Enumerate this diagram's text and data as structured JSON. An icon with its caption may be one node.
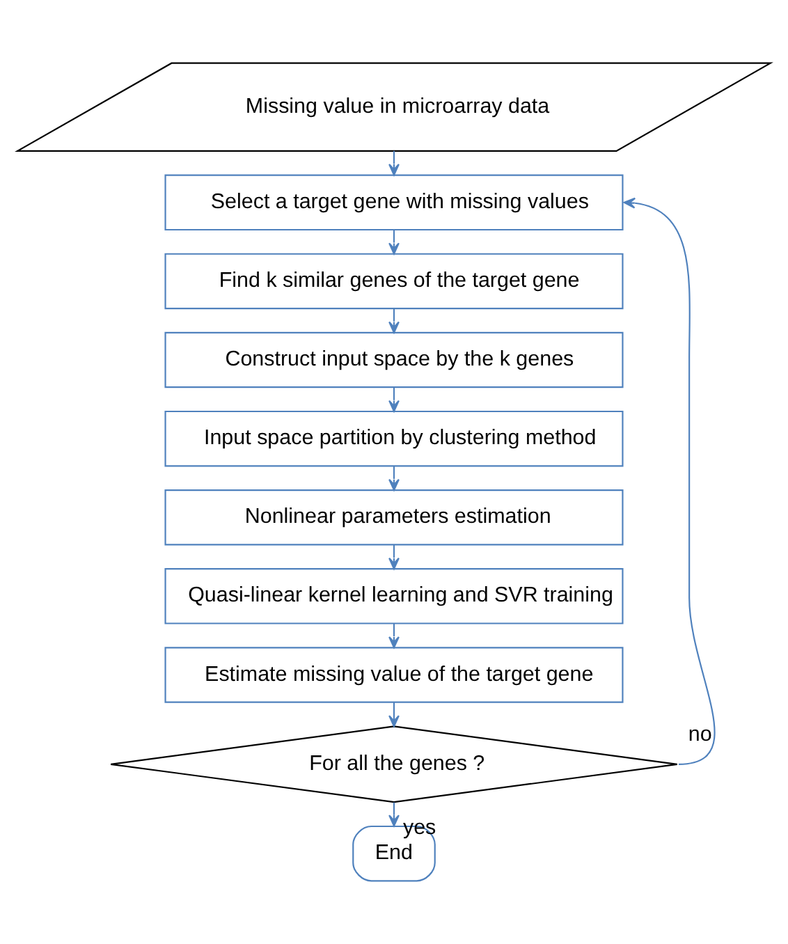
{
  "diagram": {
    "nodes": [
      {
        "text": [
          "Missing value in microarray data"
        ]
      },
      {
        "text": [
          "Select a target gene with missing values"
        ]
      },
      {
        "text": [
          "Find k similar genes of the target gene"
        ]
      },
      {
        "text": [
          "Construct input space by the k genes"
        ]
      },
      {
        "text": [
          "Input space partition by clustering method"
        ]
      },
      {
        "text": [
          "Nonlinear parameters estimation"
        ]
      },
      {
        "text": [
          "Quasi-linear kernel learning and SVR training"
        ]
      },
      {
        "text": [
          "Estimate missing value of the target gene"
        ]
      },
      {
        "text": [
          "For all the genes ?"
        ]
      },
      {
        "text": [
          "End"
        ]
      }
    ],
    "edges": [
      {
        "from": 0,
        "to": 1,
        "arrow": "to"
      },
      {
        "from": 1,
        "to": 2,
        "arrow": "to"
      },
      {
        "from": 2,
        "to": 3,
        "arrow": "to"
      },
      {
        "from": 3,
        "to": 4,
        "arrow": "to"
      },
      {
        "from": 4,
        "to": 5,
        "arrow": "to"
      },
      {
        "from": 5,
        "to": 6,
        "arrow": "to"
      },
      {
        "from": 6,
        "to": 7,
        "arrow": "to"
      },
      {
        "from": 7,
        "to": 8,
        "arrow": "to"
      },
      {
        "from": 8,
        "to": 9,
        "label": "yes",
        "arrow": "to"
      },
      {
        "from": 8,
        "to": 1,
        "label": "no",
        "arrow": "to"
      }
    ]
  }
}
